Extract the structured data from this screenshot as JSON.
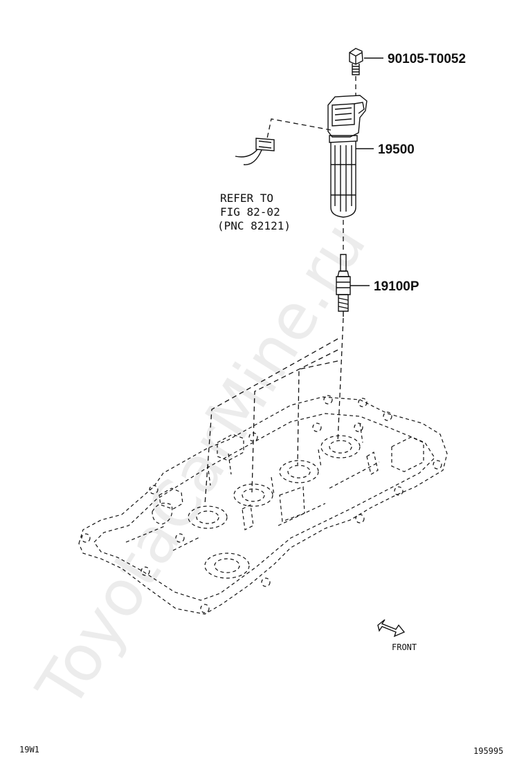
{
  "watermark": "ToyotaCarMine.ru",
  "parts": [
    {
      "number": "90105-T0052",
      "name": "bolt"
    },
    {
      "number": "19500",
      "name": "ignition-coil"
    },
    {
      "number": "19100P",
      "name": "spark-plug"
    }
  ],
  "reference_note": {
    "line1": "REFER TO",
    "line2": "FIG 82-02",
    "line3": "(PNC 82121)"
  },
  "direction_label": "FRONT",
  "footer": {
    "left": "19W1",
    "right": "195995"
  }
}
